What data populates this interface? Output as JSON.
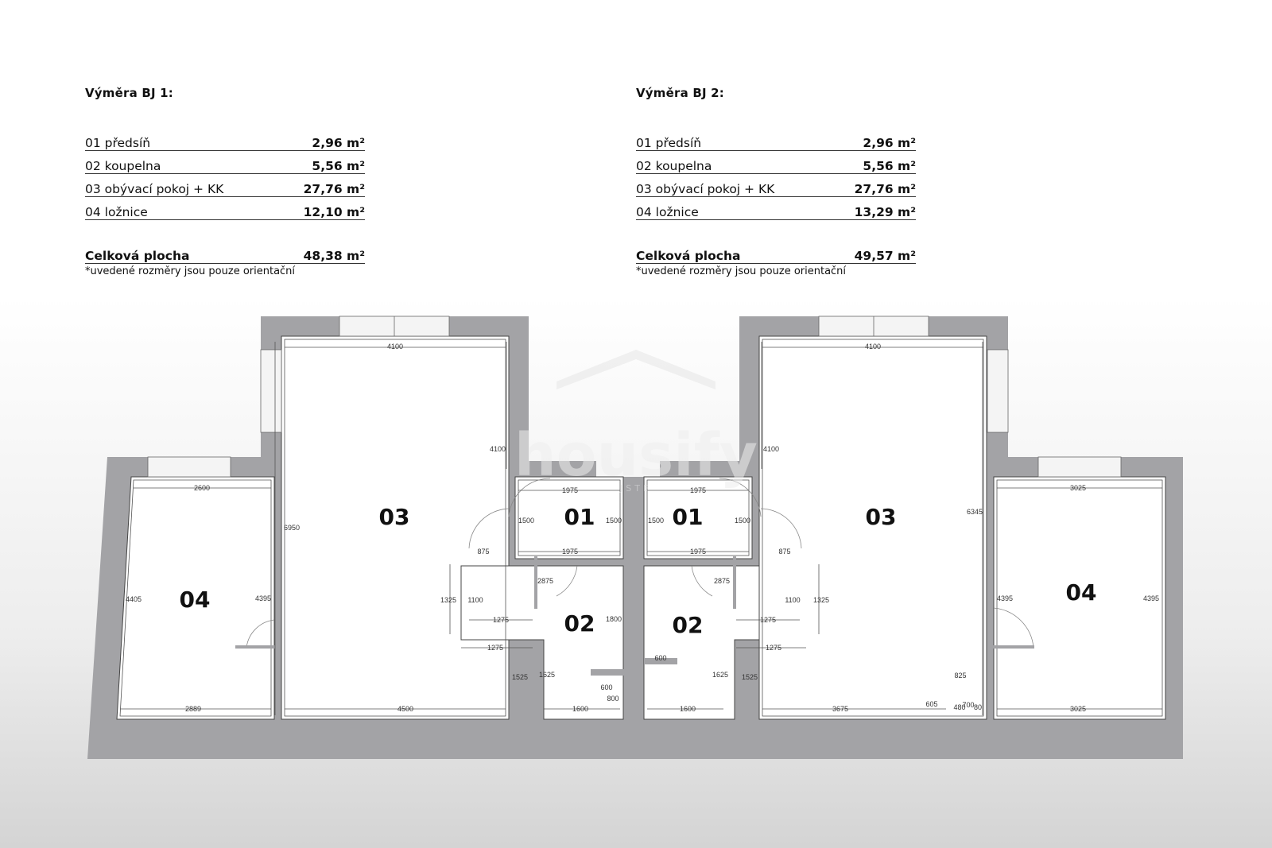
{
  "unit1": {
    "title": "Výměra BJ 1:",
    "rows": [
      {
        "label": "01 předsíň",
        "value": "2,96 m²"
      },
      {
        "label": "02 koupelna",
        "value": "5,56 m²"
      },
      {
        "label": "03 obývací pokoj + KK",
        "value": "27,76 m²"
      },
      {
        "label": "04 ložnice",
        "value": "12,10 m²"
      }
    ],
    "total_label": "Celková plocha",
    "total_value": "48,38 m²",
    "note": "*uvedené rozměry jsou pouze orientační"
  },
  "unit2": {
    "title": "Výměra BJ 2:",
    "rows": [
      {
        "label": "01 předsíň",
        "value": "2,96 m²"
      },
      {
        "label": "02 koupelna",
        "value": "5,56 m²"
      },
      {
        "label": "03 obývací pokoj + KK",
        "value": "27,76 m²"
      },
      {
        "label": "04 ložnice",
        "value": "13,29 m²"
      }
    ],
    "total_label": "Celková plocha",
    "total_value": "49,57 m²",
    "note": "*uvedené rozměry jsou pouze orientační"
  },
  "watermark": {
    "brand": "housify",
    "tagline": "JSTE"
  },
  "room_labels": {
    "r01": "01",
    "r02": "02",
    "r03": "03",
    "r04": "04"
  },
  "dimensions": {
    "d4100": "4100",
    "d6950": "6950",
    "d2600": "2600",
    "d4405": "4405",
    "d4395": "4395",
    "d2889": "2889",
    "d4500": "4500",
    "d1975": "1975",
    "d1500": "1500",
    "d875": "875",
    "d2875": "2875",
    "d1325": "1325",
    "d1100": "1100",
    "d1275": "1275",
    "d1800": "1800",
    "d1525": "1525",
    "d1625": "1625",
    "d600": "600",
    "d800": "800",
    "d1600": "1600",
    "d3025": "3025",
    "d6345": "6345",
    "d825": "825",
    "d3675": "3675",
    "d605": "605",
    "d480": "480",
    "d700": "700",
    "d80": "80"
  },
  "colors": {
    "wall": "#a3a3a6",
    "wall_dark": "#9a9a9c",
    "line": "#444444"
  }
}
